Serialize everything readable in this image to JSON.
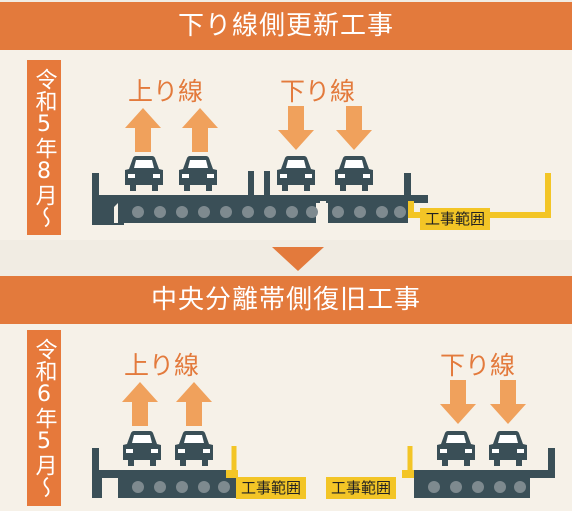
{
  "section1": {
    "banner_title": "下り線側更新工事",
    "period_label": "令和5年8月〜",
    "up_label": "上り線",
    "down_label": "下り線",
    "zone_label": "工事範囲"
  },
  "section2": {
    "banner_title": "中央分離帯側復旧工事",
    "period_label": "令和6年5月〜",
    "up_label": "上り線",
    "down_label": "下り線",
    "zone_label_left": "工事範囲",
    "zone_label_right": "工事範囲"
  },
  "colors": {
    "banner": "#e37a3c",
    "arrow": "#f0a15c",
    "road": "#3a4f57",
    "girder_dot": "#7e8a8f",
    "construction_zone": "#f3c526"
  },
  "icons": [
    "up-arrow-icon",
    "down-arrow-icon",
    "car-icon",
    "transition-triangle-icon"
  ]
}
